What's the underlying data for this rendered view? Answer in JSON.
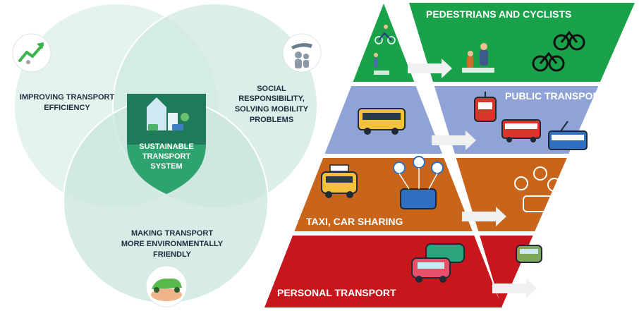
{
  "venn": {
    "left": {
      "line1": "Improving transport",
      "line2": "efficiency"
    },
    "right": {
      "line1": "Social",
      "line2": "responsibility,",
      "line3": "solving mobility",
      "line4": "problems"
    },
    "bottom": {
      "line1": "Making transport",
      "line2": "more environmentally",
      "line3": "friendly"
    },
    "center": {
      "line1": "Sustainable",
      "line2": "transport",
      "line3": "system"
    },
    "icons": [
      "growth-chart-icon",
      "family-care-icon",
      "eco-car-hand-icon",
      "city-shield-icon"
    ]
  },
  "pyramid": {
    "left_levels": [
      {
        "label": "",
        "color": "#1aa24a"
      },
      {
        "label": "",
        "color": "#8fa3d6"
      },
      {
        "label": "Taxi, car sharing",
        "color": "#c8651b"
      },
      {
        "label": "Personal transport",
        "color": "#c8161d"
      }
    ],
    "right_levels": [
      {
        "label": "Pedestrians and cyclists",
        "color": "#1aa24a"
      },
      {
        "label": "Public transport",
        "color": "#8fa3d6"
      },
      {
        "label": "",
        "color": "#c8651b"
      },
      {
        "label": "",
        "color": "#c8161d"
      }
    ],
    "icons": [
      "pedestrian-icon",
      "cyclist-icon",
      "bus-icon",
      "tram-icon",
      "trolleybus-icon",
      "taxi-icon",
      "car-sharing-icon",
      "car-icon"
    ]
  }
}
